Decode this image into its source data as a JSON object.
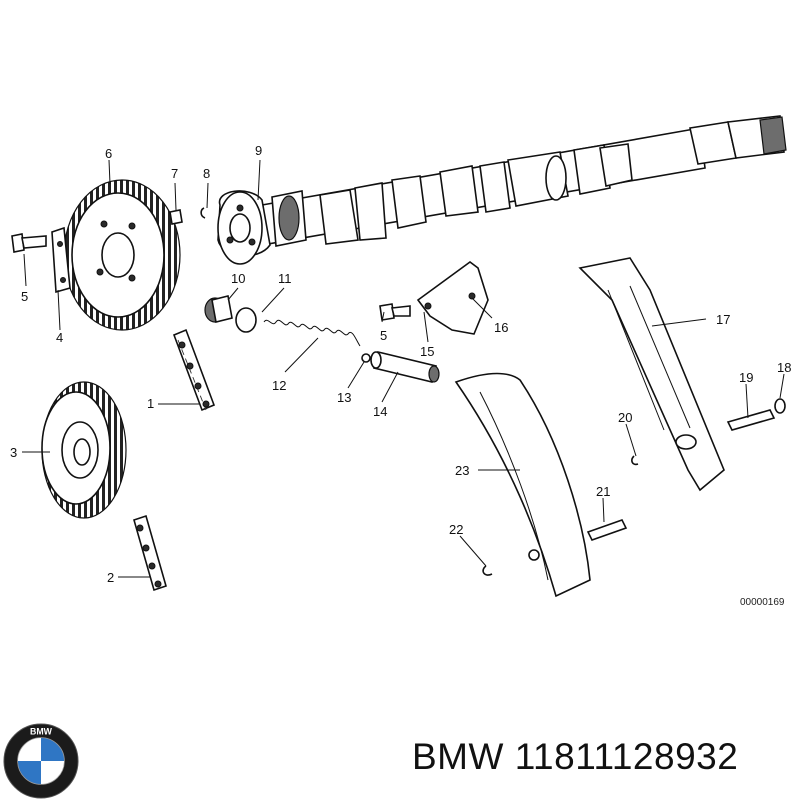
{
  "diagram": {
    "reference_id": "00000169",
    "callouts": [
      {
        "id": "c1",
        "text": "1"
      },
      {
        "id": "c2",
        "text": "2"
      },
      {
        "id": "c3",
        "text": "3"
      },
      {
        "id": "c4",
        "text": "4"
      },
      {
        "id": "c5a",
        "text": "5"
      },
      {
        "id": "c5b",
        "text": "5"
      },
      {
        "id": "c6",
        "text": "6"
      },
      {
        "id": "c7",
        "text": "7"
      },
      {
        "id": "c8",
        "text": "8"
      },
      {
        "id": "c9",
        "text": "9"
      },
      {
        "id": "c10",
        "text": "10"
      },
      {
        "id": "c11",
        "text": "11"
      },
      {
        "id": "c12",
        "text": "12"
      },
      {
        "id": "c13",
        "text": "13"
      },
      {
        "id": "c14",
        "text": "14"
      },
      {
        "id": "c15",
        "text": "15"
      },
      {
        "id": "c16",
        "text": "16"
      },
      {
        "id": "c17",
        "text": "17"
      },
      {
        "id": "c18",
        "text": "18"
      },
      {
        "id": "c19",
        "text": "19"
      },
      {
        "id": "c20",
        "text": "20"
      },
      {
        "id": "c21",
        "text": "21"
      },
      {
        "id": "c22",
        "text": "22"
      },
      {
        "id": "c23",
        "text": "23"
      }
    ]
  },
  "footer": {
    "title": "BMW 11811128932",
    "logo_text": "BMW",
    "logo_colors": {
      "ring": "#1b1b1b",
      "blue": "#2f76c4",
      "white": "#ffffff"
    }
  }
}
